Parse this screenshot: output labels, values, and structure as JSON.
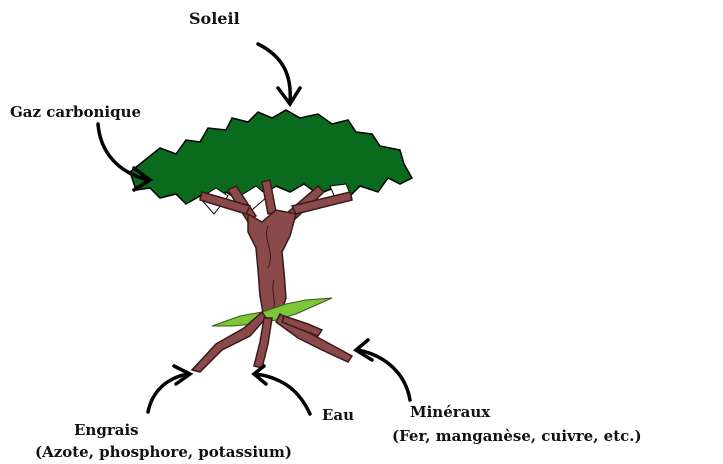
{
  "labels": {
    "soleil": "Soleil",
    "gaz_carbonique": "Gaz carbonique",
    "engrais": "Engrais",
    "engrais_detail": "(Azote, phosphore, potassium)",
    "eau": "Eau",
    "mineraux": "Minéraux",
    "mineraux_detail": "(Fer, manganèse, cuivre, etc.)"
  },
  "colors": {
    "foliage": "#0a6b1e",
    "foliage_outline": "#000000",
    "trunk": "#8b4a4a",
    "trunk_outline": "#3a1a1a",
    "grass": "#7cc63a",
    "arrow": "#000000"
  }
}
